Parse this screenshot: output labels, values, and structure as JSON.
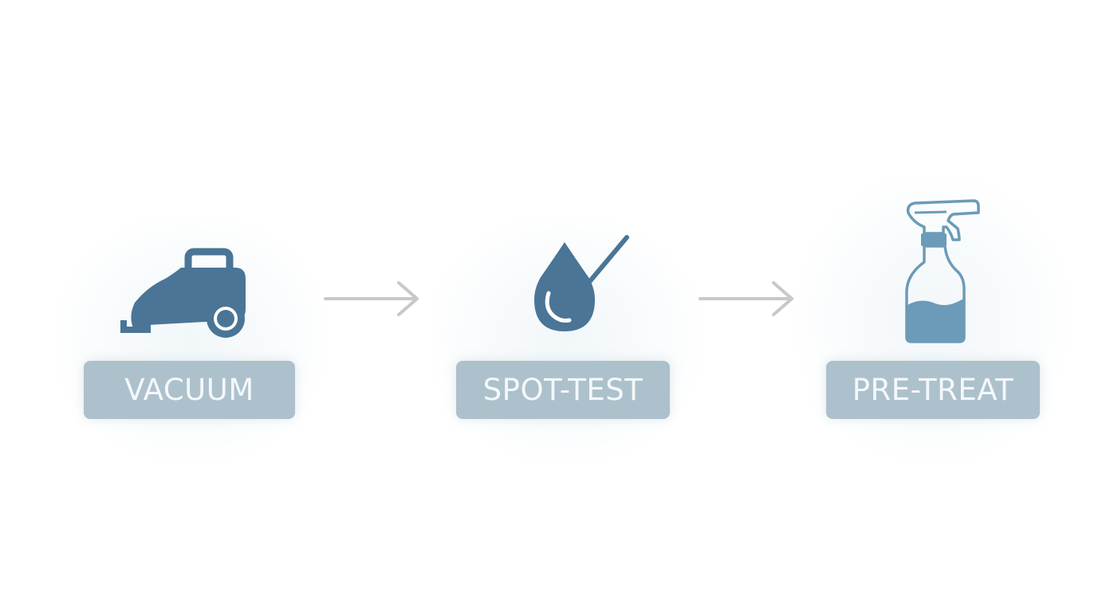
{
  "colors": {
    "icon_dark": "#4a7596",
    "icon_light": "#6b9bb8",
    "label_bg": "#adc1cc",
    "label_text": "#f4f8fa",
    "arrow": "#c8c8c8"
  },
  "steps": [
    {
      "icon": "vacuum-cleaner-icon",
      "label": "VACUUM"
    },
    {
      "icon": "water-drop-icon",
      "label": "SPOT-TEST"
    },
    {
      "icon": "spray-bottle-icon",
      "label": "PRE-TREAT"
    }
  ],
  "connectors": [
    "arrow-right-icon",
    "arrow-right-icon"
  ]
}
